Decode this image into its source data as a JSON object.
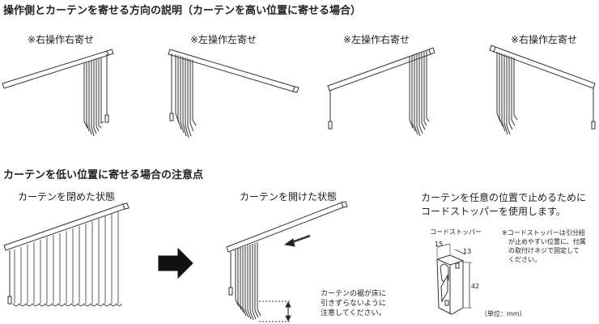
{
  "sections": {
    "top_title": "操作側とカーテンを寄せる方向の説明（カーテンを高い位置に寄せる場合）",
    "bottom_title": "カーテンを低い位置に寄せる場合の注意点"
  },
  "top_panels": [
    {
      "label": "※右操作右寄せ"
    },
    {
      "label": "※左操作左寄せ"
    },
    {
      "label": "※左操作右寄せ"
    },
    {
      "label": "※右操作左寄せ"
    }
  ],
  "bottom": {
    "closed_label": "カーテンを閉めた状態",
    "open_label": "カーテンを開けた状態",
    "notice_lines": [
      "カーテンの裾が床に",
      "引きずらないように",
      "注意してください。"
    ],
    "stopper_heading_lines": [
      "カーテンを任意の位置で止めるために",
      "コードストッパーを使用します。"
    ],
    "stopper_name": "コードストッパー",
    "stopper_note_lines": [
      "※コードストッパーは引分紐",
      "が止めやすい位置に、付属",
      "の取付けネジで固定して",
      "ください。"
    ],
    "dim_width": "15",
    "dim_depth": "13",
    "dim_height": "42",
    "unit": "（単位：mm）"
  }
}
